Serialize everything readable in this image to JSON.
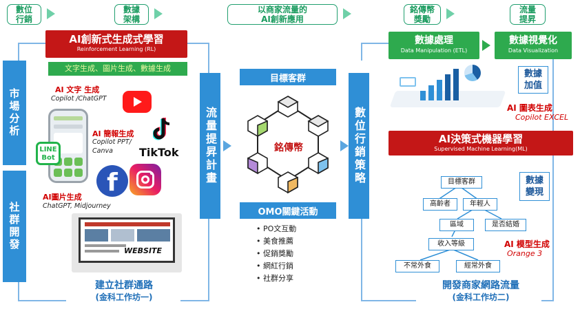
{
  "steps": [
    {
      "label": "數位\n行銷"
    },
    {
      "label": "數據\n架構"
    },
    {
      "label": "以商家流量的\nAI創新應用"
    },
    {
      "label": "銘傳幣\n獎勵"
    },
    {
      "label": "流量\n提昇"
    }
  ],
  "left": {
    "market_analysis": "市場分析",
    "community_dev": "社群開發",
    "ai_gen_title": "AI創新式生成式學習",
    "ai_gen_sub": "Reinforcement Learning (RL)",
    "green_bar": "文字生成、圖片生成、數據生成",
    "text_gen_label": "AI 文字 生成",
    "text_gen_tools": "Copilot /ChatGPT",
    "brief_gen_label": "AI 簡報生成",
    "brief_gen_tools_1": "Copilot PPT/",
    "brief_gen_tools_2": "Canva",
    "img_gen_label": "AI圖片生成",
    "img_gen_tools": "ChatGPT, Midjourney",
    "tiktok": "TikTok",
    "line_1": "LINE",
    "line_2": "Bot",
    "website": "WEBSITE",
    "bottom_title": "建立社群通路",
    "bottom_sub": "(金科工作坊一)"
  },
  "center": {
    "traffic_plan": "流量提昇計畫",
    "target": "目標客群",
    "coin": "銘傳幣",
    "omo": "OMO關鍵活動",
    "activities": [
      "PO文互動",
      "美食推薦",
      "促銷獎勵",
      "網紅行銷",
      "社群分享"
    ]
  },
  "right": {
    "digital_strategy": "數位行銷策略",
    "data_proc": "數據處理",
    "data_proc_sub": "Data Manipulation (ETL)",
    "data_vis": "數據視覺化",
    "data_vis_sub": "Data Visualization",
    "value_add": "數據\n加值",
    "chart_gen_label": "AI 圖表生成",
    "chart_gen_tools": "Copilot EXCEL",
    "ml_title": "AI決策式機器學習",
    "ml_sub": "Supervised Machine Learning(ML)",
    "discover": "數據\n變現",
    "tree": {
      "root": "目標客群",
      "elder": "高齡者",
      "young": "年輕人",
      "area": "區域",
      "married": "是否結婚",
      "income": "收入等級",
      "rare": "不常外食",
      "often": "經常外食"
    },
    "model_label": "AI 模型生成",
    "model_tools": "Orange 3",
    "bottom_title": "開發商家網路流量",
    "bottom_sub": "(金科工作坊二)"
  },
  "colors": {
    "green": "#1a9b5f",
    "blue": "#2f8fd6",
    "red": "#c41717",
    "accent_red": "#d10000"
  }
}
